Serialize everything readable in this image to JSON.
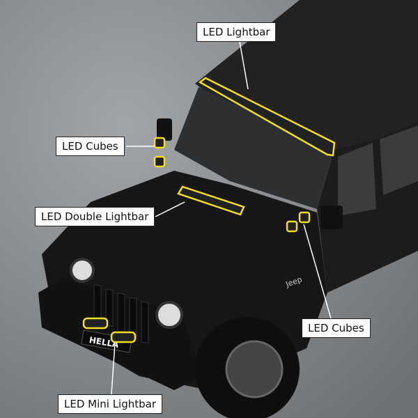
{
  "labels": {
    "lightbar": "LED Lightbar",
    "cubes_left": "LED Cubes",
    "double_lightbar": "LED Double Lightbar",
    "cubes_right": "LED Cubes",
    "mini_lightbar": "LED Mini Lightbar"
  },
  "vehicle": {
    "plate_text": "HELLA",
    "badge_text": "Jeep"
  },
  "colors": {
    "highlight": "#f2e01c",
    "background": "#8a8d90",
    "vehicle": "#1a1a1a"
  }
}
